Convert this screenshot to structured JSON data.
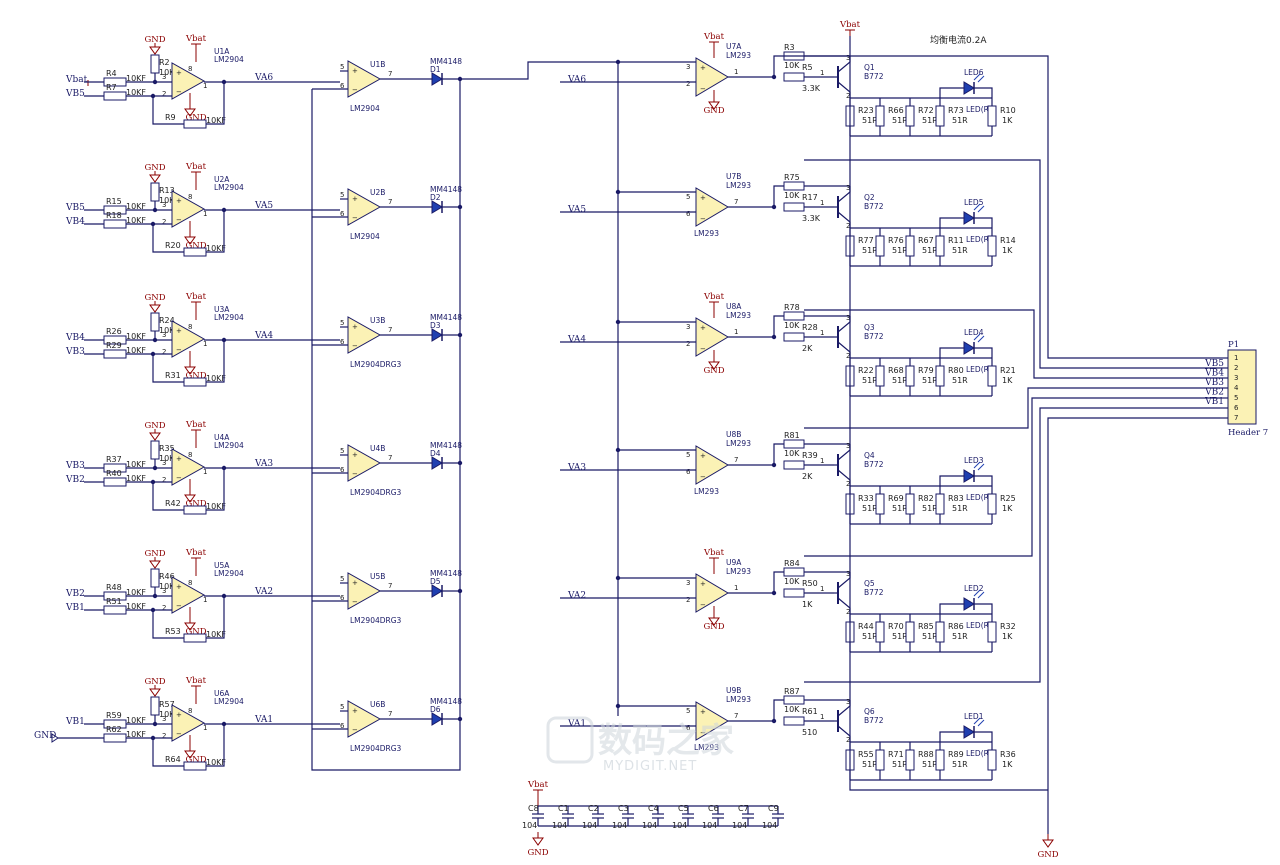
{
  "note_balance": "均衡电流0.2A",
  "power": {
    "vbat": "Vbat",
    "gnd": "GND"
  },
  "watermark": {
    "cn": "数码之家",
    "en": "MYDIGIT.NET"
  },
  "header": {
    "ref": "P1",
    "name": "Header 7",
    "pins": [
      "1",
      "2",
      "3",
      "4",
      "5",
      "6",
      "7"
    ],
    "nets": [
      "VB5",
      "VB4",
      "VB3",
      "VB2",
      "VB1"
    ]
  },
  "stage1": [
    {
      "u": "U1A",
      "part": "LM2904",
      "in_top": "Vbat",
      "in_bot": "VB5",
      "r_in_top": "R4",
      "r_in_bot": "R7",
      "r_gnd": "R2",
      "r_fb": "R9",
      "val": "10KF",
      "val2": "10KF",
      "out": "VA6"
    },
    {
      "u": "U2A",
      "part": "LM2904",
      "in_top": "VB5",
      "in_bot": "VB4",
      "r_in_top": "R15",
      "r_in_bot": "R18",
      "r_gnd": "R13",
      "r_fb": "R20",
      "val": "10KF",
      "val2": "10KF",
      "out": "VA5"
    },
    {
      "u": "U3A",
      "part": "LM2904",
      "in_top": "VB4",
      "in_bot": "VB3",
      "r_in_top": "R26",
      "r_in_bot": "R29",
      "r_gnd": "R24",
      "r_fb": "R31",
      "val": "10KF",
      "val2": "10KF",
      "out": "VA4"
    },
    {
      "u": "U4A",
      "part": "LM2904",
      "in_top": "VB3",
      "in_bot": "VB2",
      "r_in_top": "R37",
      "r_in_bot": "R40",
      "r_gnd": "R35",
      "r_fb": "R42",
      "val": "10KF",
      "val2": "10KF",
      "out": "VA3"
    },
    {
      "u": "U5A",
      "part": "LM2904",
      "in_top": "VB2",
      "in_bot": "VB1",
      "r_in_top": "R48",
      "r_in_bot": "R51",
      "r_gnd": "R46",
      "r_fb": "R53",
      "val": "10KF",
      "val2": "10KF",
      "out": "VA2"
    },
    {
      "u": "U6A",
      "part": "LM2904",
      "in_top": "VB1",
      "in_bot": "GND",
      "r_in_top": "R59",
      "r_in_bot": "R62",
      "r_gnd": "R57",
      "r_fb": "R64",
      "val": "10KF",
      "val2": "10KF",
      "out": "VA1"
    }
  ],
  "stage2": [
    {
      "u": "U1B",
      "part": "LM2904",
      "d": "D1",
      "dpart": "MM4148"
    },
    {
      "u": "U2B",
      "part": "LM2904",
      "d": "D2",
      "dpart": "MM4148"
    },
    {
      "u": "U3B",
      "part": "LM2904DRG3",
      "d": "D3",
      "dpart": "MM4148"
    },
    {
      "u": "U4B",
      "part": "LM2904DRG3",
      "d": "D4",
      "dpart": "MM4148"
    },
    {
      "u": "U5B",
      "part": "LM2904DRG3",
      "d": "D5",
      "dpart": "MM4148"
    },
    {
      "u": "U6B",
      "part": "LM2904DRG3",
      "d": "D6",
      "dpart": "MM4148"
    }
  ],
  "stage3": [
    {
      "u": "U7A",
      "part": "LM293",
      "in": "VA6",
      "r_fb": "R3",
      "r_fb_val": "10K",
      "r_b": "R5",
      "r_b_val": "3.3K",
      "q": "Q1",
      "qpart": "B772",
      "rs": [
        "R23",
        "R66",
        "R72",
        "R73"
      ],
      "rs_val": "51R",
      "rled": "R10",
      "rled_val": "1K",
      "led": "LED6",
      "led_part": "LED(R)"
    },
    {
      "u": "U7B",
      "part": "LM293",
      "in": "VA5",
      "r_fb": "R75",
      "r_fb_val": "10K",
      "r_b": "R17",
      "r_b_val": "3.3K",
      "q": "Q2",
      "qpart": "B772",
      "rs": [
        "R77",
        "R76",
        "R67",
        "R11"
      ],
      "rs_val": "51R",
      "rled": "R14",
      "rled_val": "1K",
      "led": "LED5",
      "led_part": "LED(R)"
    },
    {
      "u": "U8A",
      "part": "LM293",
      "in": "VA4",
      "r_fb": "R78",
      "r_fb_val": "10K",
      "r_b": "R28",
      "r_b_val": "2K",
      "q": "Q3",
      "qpart": "B772",
      "rs": [
        "R22",
        "R68",
        "R79",
        "R80"
      ],
      "rs_val": "51R",
      "rled": "R21",
      "rled_val": "1K",
      "led": "LED4",
      "led_part": "LED(R)"
    },
    {
      "u": "U8B",
      "part": "LM293",
      "in": "VA3",
      "r_fb": "R81",
      "r_fb_val": "10K",
      "r_b": "R39",
      "r_b_val": "2K",
      "q": "Q4",
      "qpart": "B772",
      "rs": [
        "R33",
        "R69",
        "R82",
        "R83"
      ],
      "rs_val": "51R",
      "rled": "R25",
      "rled_val": "1K",
      "led": "LED3",
      "led_part": "LED(R)"
    },
    {
      "u": "U9A",
      "part": "LM293",
      "in": "VA2",
      "r_fb": "R84",
      "r_fb_val": "10K",
      "r_b": "R50",
      "r_b_val": "1K",
      "q": "Q5",
      "qpart": "B772",
      "rs": [
        "R44",
        "R70",
        "R85",
        "R86"
      ],
      "rs_val": "51R",
      "rled": "R32",
      "rled_val": "1K",
      "led": "LED2",
      "led_part": "LED(R)"
    },
    {
      "u": "U9B",
      "part": "LM293",
      "in": "VA1",
      "r_fb": "R87",
      "r_fb_val": "10K",
      "r_b": "R61",
      "r_b_val": "510",
      "q": "Q6",
      "qpart": "B772",
      "rs": [
        "R55",
        "R71",
        "R88",
        "R89"
      ],
      "rs_val": "51R",
      "rled": "R36",
      "rled_val": "1K",
      "led": "LED1",
      "led_part": "LED(R)"
    }
  ],
  "caps": {
    "refs": [
      "C8",
      "C1",
      "C2",
      "C3",
      "C4",
      "C5",
      "C6",
      "C7",
      "C9"
    ],
    "val": "104"
  }
}
